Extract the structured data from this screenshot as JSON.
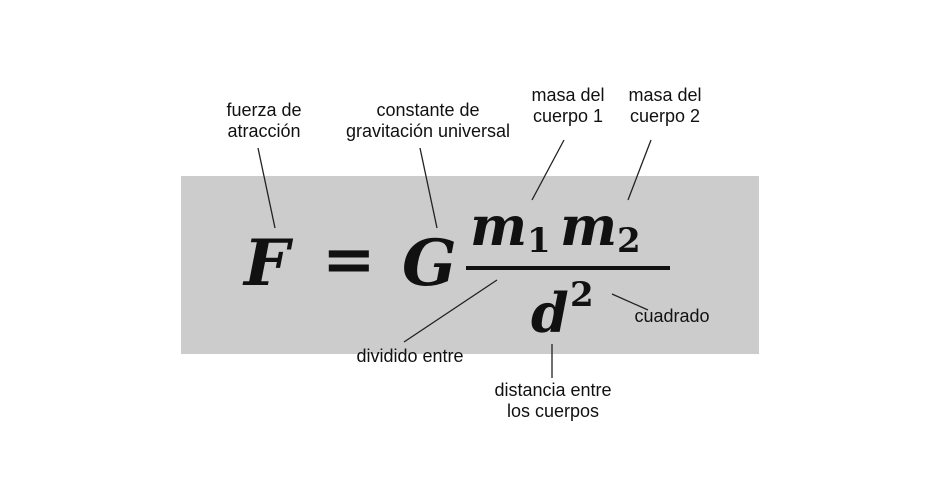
{
  "formula": {
    "F": "F",
    "equals": "=",
    "G": "G",
    "m1": "m",
    "m1_sub": "1",
    "m2": "m",
    "m2_sub": "2",
    "d": "d",
    "d_exp": "2"
  },
  "labels": {
    "fuerza": "fuerza de\natracción",
    "constante": "constante de\ngravitación universal",
    "masa1": "masa del\ncuerpo 1",
    "masa2": "masa del\ncuerpo 2",
    "cuadrado": "cuadrado",
    "dividido": "dividido entre",
    "distancia": "distancia entre\nlos cuerpos"
  },
  "colors": {
    "formula_box": "#cccccc",
    "text": "#111111",
    "background": "#ffffff"
  }
}
